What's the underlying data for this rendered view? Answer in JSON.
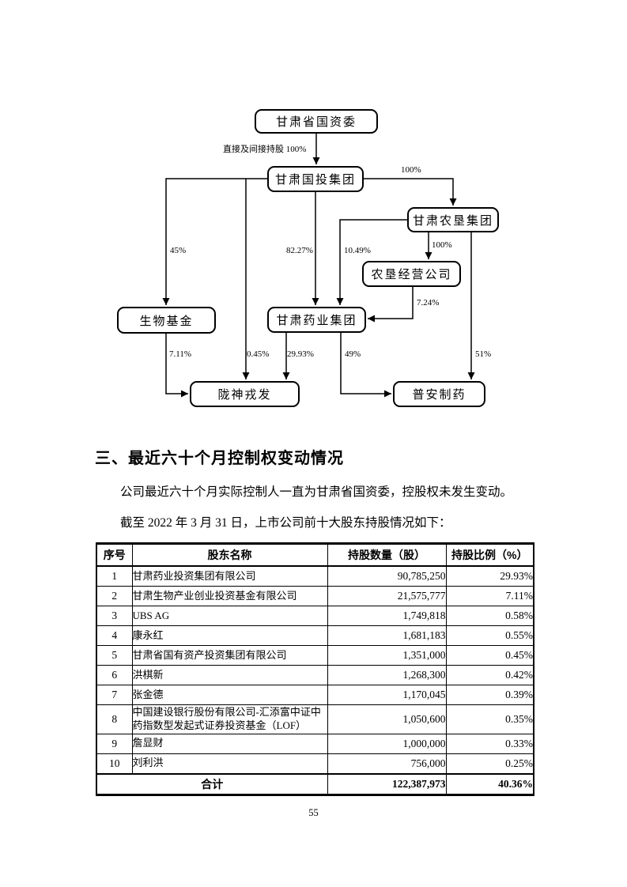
{
  "page": {
    "number": "55"
  },
  "diagram": {
    "nodes": [
      {
        "id": "provincial-sasac",
        "label": "甘肃省国资委"
      },
      {
        "id": "guotou-group",
        "label": "甘肃国投集团"
      },
      {
        "id": "nongken-group",
        "label": "甘肃农垦集团"
      },
      {
        "id": "nongken-operating",
        "label": "农垦经营公司"
      },
      {
        "id": "bio-fund",
        "label": "生物基金"
      },
      {
        "id": "pharma-group",
        "label": "甘肃药业集团"
      },
      {
        "id": "longshen-rongfa",
        "label": "陇神戎发"
      },
      {
        "id": "puan-pharma",
        "label": "普安制药"
      }
    ],
    "edges": [
      {
        "from": "甘肃省国资委",
        "to": "甘肃国投集团",
        "label": "直接及间接持股 100%"
      },
      {
        "from": "甘肃国投集团",
        "to": "甘肃农垦集团",
        "label": "100%"
      },
      {
        "from": "甘肃国投集团",
        "to": "生物基金",
        "label": "45%"
      },
      {
        "from": "甘肃国投集团",
        "to": "甘肃药业集团",
        "label": "82.27%"
      },
      {
        "from": "甘肃农垦集团",
        "to": "甘肃药业集团",
        "label": "10.49%"
      },
      {
        "from": "甘肃农垦集团",
        "to": "农垦经营公司",
        "label": "100%"
      },
      {
        "from": "农垦经营公司",
        "to": "甘肃药业集团",
        "label": "7.24%"
      },
      {
        "from": "生物基金",
        "to": "陇神戎发",
        "label": "7.11%"
      },
      {
        "from": "甘肃国投集团",
        "to": "陇神戎发",
        "label": "0.45%"
      },
      {
        "from": "甘肃药业集团",
        "to": "陇神戎发",
        "label": "29.93%"
      },
      {
        "from": "甘肃药业集团",
        "to": "普安制药",
        "label": "49%"
      },
      {
        "from": "甘肃农垦集团",
        "to": "普安制药",
        "label": "51%"
      }
    ]
  },
  "section": {
    "heading": "三、最近六十个月控制权变动情况",
    "para1": "公司最近六十个月实际控制人一直为甘肃省国资委，控股权未发生变动。",
    "para2": "截至 2022 年 3 月 31 日，上市公司前十大股东持股情况如下："
  },
  "table": {
    "headers": [
      "序号",
      "股东名称",
      "持股数量（股）",
      "持股比例（%）"
    ],
    "rows": [
      [
        "1",
        "甘肃药业投资集团有限公司",
        "90,785,250",
        "29.93%"
      ],
      [
        "2",
        "甘肃生物产业创业投资基金有限公司",
        "21,575,777",
        "7.11%"
      ],
      [
        "3",
        "UBS AG",
        "1,749,818",
        "0.58%"
      ],
      [
        "4",
        "康永红",
        "1,681,183",
        "0.55%"
      ],
      [
        "5",
        "甘肃省国有资产投资集团有限公司",
        "1,351,000",
        "0.45%"
      ],
      [
        "6",
        "洪棋新",
        "1,268,300",
        "0.42%"
      ],
      [
        "7",
        "张金德",
        "1,170,045",
        "0.39%"
      ],
      [
        "8",
        "中国建设银行股份有限公司-汇添富中证中药指数型发起式证券投资基金（LOF）",
        "1,050,600",
        "0.35%"
      ],
      [
        "9",
        "詹显财",
        "1,000,000",
        "0.33%"
      ],
      [
        "10",
        "刘利洪",
        "756,000",
        "0.25%"
      ]
    ],
    "footer": {
      "label": "合计",
      "qty": "122,387,973",
      "pct": "40.36%"
    }
  }
}
